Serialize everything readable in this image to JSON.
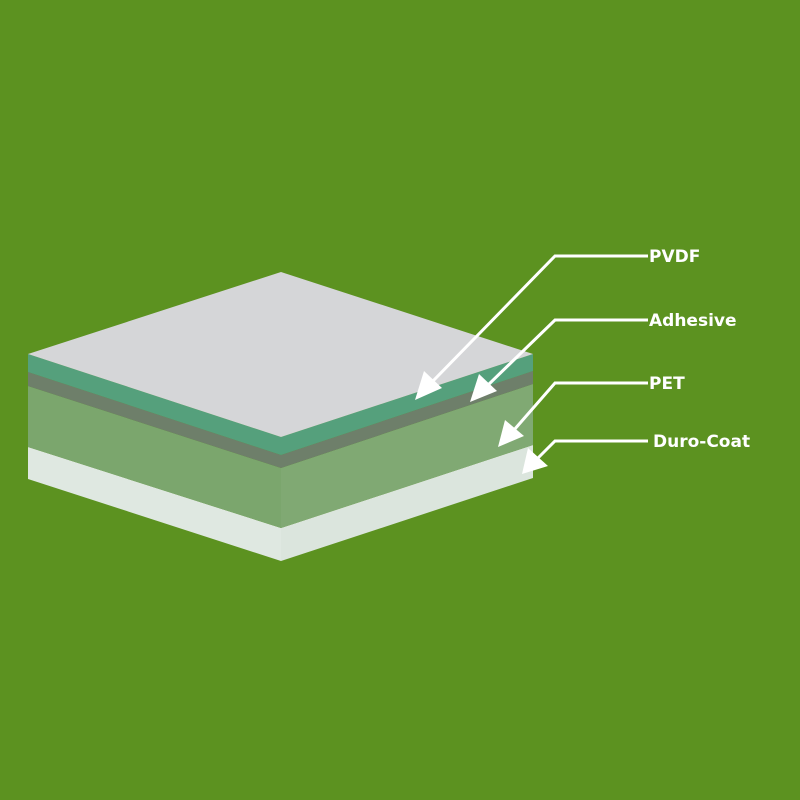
{
  "colors": {
    "background": "#5c9220",
    "top_face": "#d5d6d8",
    "pvdf": "#55a07c",
    "adhesive": "#6e7f6a",
    "pet": "#7ba66d",
    "duro_coat": "#dfe8e1",
    "label": "#ffffff"
  },
  "layers": [
    {
      "id": "pvdf",
      "label": "PVDF"
    },
    {
      "id": "adhesive",
      "label": "Adhesive"
    },
    {
      "id": "pet",
      "label": "PET"
    },
    {
      "id": "duro",
      "label": "Duro-Coat"
    }
  ]
}
